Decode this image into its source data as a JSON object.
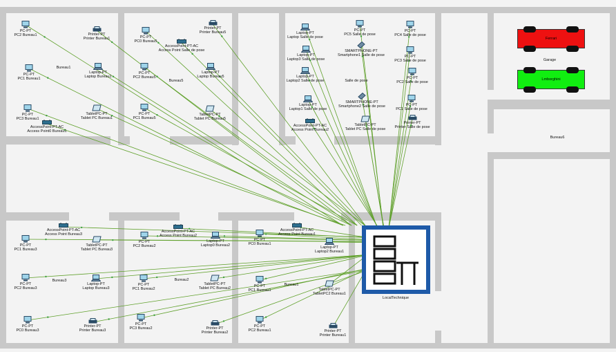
{
  "server": {
    "name": "server-local-technique",
    "label": "LocalTechnique",
    "icon": "server-rack-icon"
  },
  "room_labels": {
    "bureau1_top": "Bureau1",
    "bureau5": "Bureau5",
    "salle_de_pose": "Salle de pose",
    "garage": "Garage",
    "bureau6": "Bureau6",
    "bureau3": "Bureau3",
    "bureau2": "Bureau2",
    "bureau1_bottom": "Bureau1"
  },
  "cars": [
    {
      "name": "car-ferrari",
      "label": "Ferrari",
      "color": "#ee1111"
    },
    {
      "name": "car-lamborghini",
      "label": "Lmborghini",
      "color": "#11ee11"
    }
  ],
  "devices": [
    {
      "name": "pc2-bureau1-top",
      "type": "pc",
      "model": "PC-PT",
      "label": "PC2 Bureau1"
    },
    {
      "name": "printer-bureau1-top",
      "type": "printer",
      "model": "Printer-PT",
      "label": "Printer Bureau1"
    },
    {
      "name": "pc1-bureau1-top",
      "type": "pc",
      "model": "PC-PT",
      "label": "PC1 Bureau1"
    },
    {
      "name": "laptop-bureau1-top",
      "type": "laptop",
      "model": "Laptop-PT",
      "label": "Laptop Bureau1"
    },
    {
      "name": "pc3-bureau1-top",
      "type": "pc",
      "model": "PC-PT",
      "label": "PC3 Bureau1"
    },
    {
      "name": "tablet-bureau1-top",
      "type": "tablet",
      "model": "TabletPC-PT",
      "label": "Tablet PC Bureau1"
    },
    {
      "name": "ap0-bureau1-top",
      "type": "ap",
      "model": "AccessPoint-PT-AC",
      "label": "Access Point0 Bureau1"
    },
    {
      "name": "pc0-bureau5",
      "type": "pc",
      "model": "PC-PT",
      "label": "PC0 Bureau5"
    },
    {
      "name": "printer-bureau5",
      "type": "printer",
      "model": "Printer-PT",
      "label": "Printer Bureau5"
    },
    {
      "name": "ap-salle-de-pose-b5",
      "type": "ap",
      "model": "AccessPoint-PT-AC",
      "label": "Access Point Salle de pose"
    },
    {
      "name": "pc2-bureau5",
      "type": "pc",
      "model": "PC-PT",
      "label": "PC2 Bureau5"
    },
    {
      "name": "laptop-bureau5",
      "type": "laptop",
      "model": "Laptop-PT",
      "label": "Laptop Bureau5"
    },
    {
      "name": "pc1-bureau5",
      "type": "pc",
      "model": "PC-PT",
      "label": "PC1 Bureau5"
    },
    {
      "name": "tablet-bureau5",
      "type": "tablet",
      "model": "TabletPC-PT",
      "label": "Tablet PC Bureau5"
    },
    {
      "name": "laptop-salle",
      "type": "laptop",
      "model": "Laptop-PT",
      "label": "Laptop Salle de pose"
    },
    {
      "name": "pc5-salle",
      "type": "pc",
      "model": "PC-PT",
      "label": "PC5 Salle de pose"
    },
    {
      "name": "pc4-salle",
      "type": "pc",
      "model": "PC-PT",
      "label": "PC4 Salle de pose"
    },
    {
      "name": "laptop3-salle",
      "type": "laptop",
      "model": "Laptop-PT",
      "label": "Laptop3 Salle de pose"
    },
    {
      "name": "smartphone1-salle",
      "type": "phone",
      "model": "SMARTPHONE-PT",
      "label": "Smartphone1 Salle de pose"
    },
    {
      "name": "pc3-salle",
      "type": "pc",
      "model": "PC-PT",
      "label": "PC3 Salle de pose"
    },
    {
      "name": "laptop2-salle",
      "type": "laptop",
      "model": "Laptop-PT",
      "label": "Laptop2 Salle de pose"
    },
    {
      "name": "pc2-salle",
      "type": "pc",
      "model": "PC-PT",
      "label": "PC2 Salle de pose"
    },
    {
      "name": "laptop1-salle",
      "type": "laptop",
      "model": "Laptop-PT",
      "label": "Laptop1 Salle de pose"
    },
    {
      "name": "smartphone2-salle",
      "type": "phone",
      "model": "SMARTPHONE-PT",
      "label": "Smartphone2 Salle de pose"
    },
    {
      "name": "pc1-salle",
      "type": "pc",
      "model": "PC-PT",
      "label": "PC1 Salle de pose"
    },
    {
      "name": "ap-bureau2-top",
      "type": "ap",
      "model": "AccessPoint-PT-AC",
      "label": "Access Point Bureau2"
    },
    {
      "name": "tablet-salle",
      "type": "tablet",
      "model": "TabletPC-PT",
      "label": "Tablet PC Salle de pose"
    },
    {
      "name": "printer-salle",
      "type": "printer",
      "model": "Printer-PT",
      "label": "Printer Salle de pose"
    },
    {
      "name": "ap-bureau3",
      "type": "ap",
      "model": "AccessPoint-PT-AC",
      "label": "Access Point Bureau3"
    },
    {
      "name": "pc1-bureau3",
      "type": "pc",
      "model": "PC-PT",
      "label": "PC1 Bureau3"
    },
    {
      "name": "tablet-bureau3",
      "type": "tablet",
      "model": "TabletPC-PT",
      "label": "Tablet PC Bureau3"
    },
    {
      "name": "pc2-bureau3",
      "type": "pc",
      "model": "PC-PT",
      "label": "PC2 Bureau3"
    },
    {
      "name": "laptop-bureau3",
      "type": "laptop",
      "model": "Laptop-PT",
      "label": "Laptop Bureau3"
    },
    {
      "name": "pc0-bureau3",
      "type": "pc",
      "model": "PC-PT",
      "label": "PC0 Bureau3"
    },
    {
      "name": "printer-bureau3",
      "type": "printer",
      "model": "Printer-PT",
      "label": "Printer Bureau3"
    },
    {
      "name": "ap-bureau2",
      "type": "ap",
      "model": "AccessPoint-PT-AC",
      "label": "Access Point Bureau2"
    },
    {
      "name": "pc2-bureau2",
      "type": "pc",
      "model": "PC-PT",
      "label": "PC2 Bureau2"
    },
    {
      "name": "laptop0-bureau2",
      "type": "laptop",
      "model": "Laptop-PT",
      "label": "Laptop0 Bureau2"
    },
    {
      "name": "pc1-bureau2",
      "type": "pc",
      "model": "PC-PT",
      "label": "PC1 Bureau2"
    },
    {
      "name": "tablet-bureau2",
      "type": "tablet",
      "model": "TabletPC-PT",
      "label": "Tablet PC Bureau2"
    },
    {
      "name": "pc3-bureau2",
      "type": "pc",
      "model": "PC-PT",
      "label": "PC3 Bureau2"
    },
    {
      "name": "printer-bureau2",
      "type": "printer",
      "model": "Printer-PT",
      "label": "Printer Bureau2"
    },
    {
      "name": "pc0-bureau1",
      "type": "pc",
      "model": "PC-PT",
      "label": "PC0 Bureau1"
    },
    {
      "name": "ap-bureau1",
      "type": "ap",
      "model": "AccessPoint-PT-AC",
      "label": "Access Point Bureau1"
    },
    {
      "name": "laptop2-bureau1",
      "type": "laptop",
      "model": "Laptop-PT",
      "label": "Laptop2 Bureau1"
    },
    {
      "name": "pc1-bureau1",
      "type": "pc",
      "model": "PC-PT",
      "label": "PC1 Bureau1"
    },
    {
      "name": "tablet2-bureau1",
      "type": "tablet",
      "model": "TabletPC-PT",
      "label": "TabletPC2 Bureau1"
    },
    {
      "name": "pc2-bureau1",
      "type": "pc",
      "model": "PC-PT",
      "label": "PC2 Bureau1"
    },
    {
      "name": "printer-bureau1",
      "type": "printer",
      "model": "Printer-PT",
      "label": "Printer Bureau1"
    }
  ]
}
